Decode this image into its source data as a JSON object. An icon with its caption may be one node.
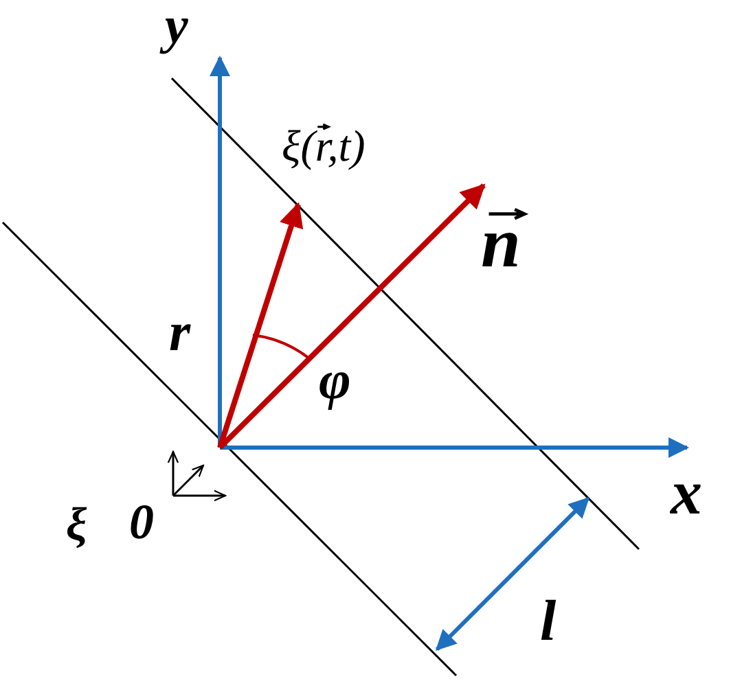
{
  "diagram": {
    "labels": [
      "y",
      "ξ(r,t)",
      "n",
      "r",
      "φ",
      "x",
      "ξ",
      "0",
      "l"
    ]
  }
}
